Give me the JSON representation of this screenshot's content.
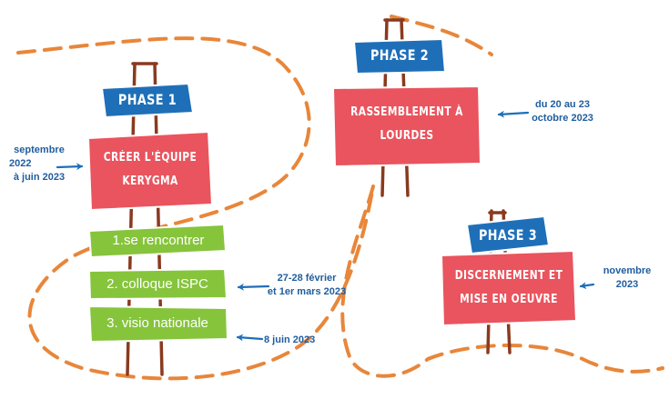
{
  "colors": {
    "path": "#e8863a",
    "pole": "#8a3a1e",
    "phase_sign": "#1f6fb8",
    "title_sign": "#e9545e",
    "step_sign": "#86c43c",
    "date_text": "#1f5d9e",
    "arrow": "#1f6fb8"
  },
  "phases": [
    {
      "label": "PHASE 1",
      "title": [
        "CRÉER L'ÉQUIPE",
        "KERYGMA"
      ],
      "date": [
        "septembre",
        "2022",
        "à juin 2023"
      ],
      "steps": [
        {
          "label": "1.se rencontrer",
          "date": []
        },
        {
          "label": "2. colloque ISPC",
          "date": [
            "27-28 février",
            "et 1er mars 2023"
          ]
        },
        {
          "label": "3. visio nationale",
          "date": [
            "8 juin 2023"
          ]
        }
      ]
    },
    {
      "label": "PHASE 2",
      "title": [
        "RASSEMBLEMENT À",
        "LOURDES"
      ],
      "date": [
        "du 20 au 23",
        "octobre 2023"
      ]
    },
    {
      "label": "PHASE 3",
      "title": [
        "DISCERNEMENT ET",
        "MISE EN OEUVRE"
      ],
      "date": [
        "novembre",
        "2023"
      ]
    }
  ]
}
